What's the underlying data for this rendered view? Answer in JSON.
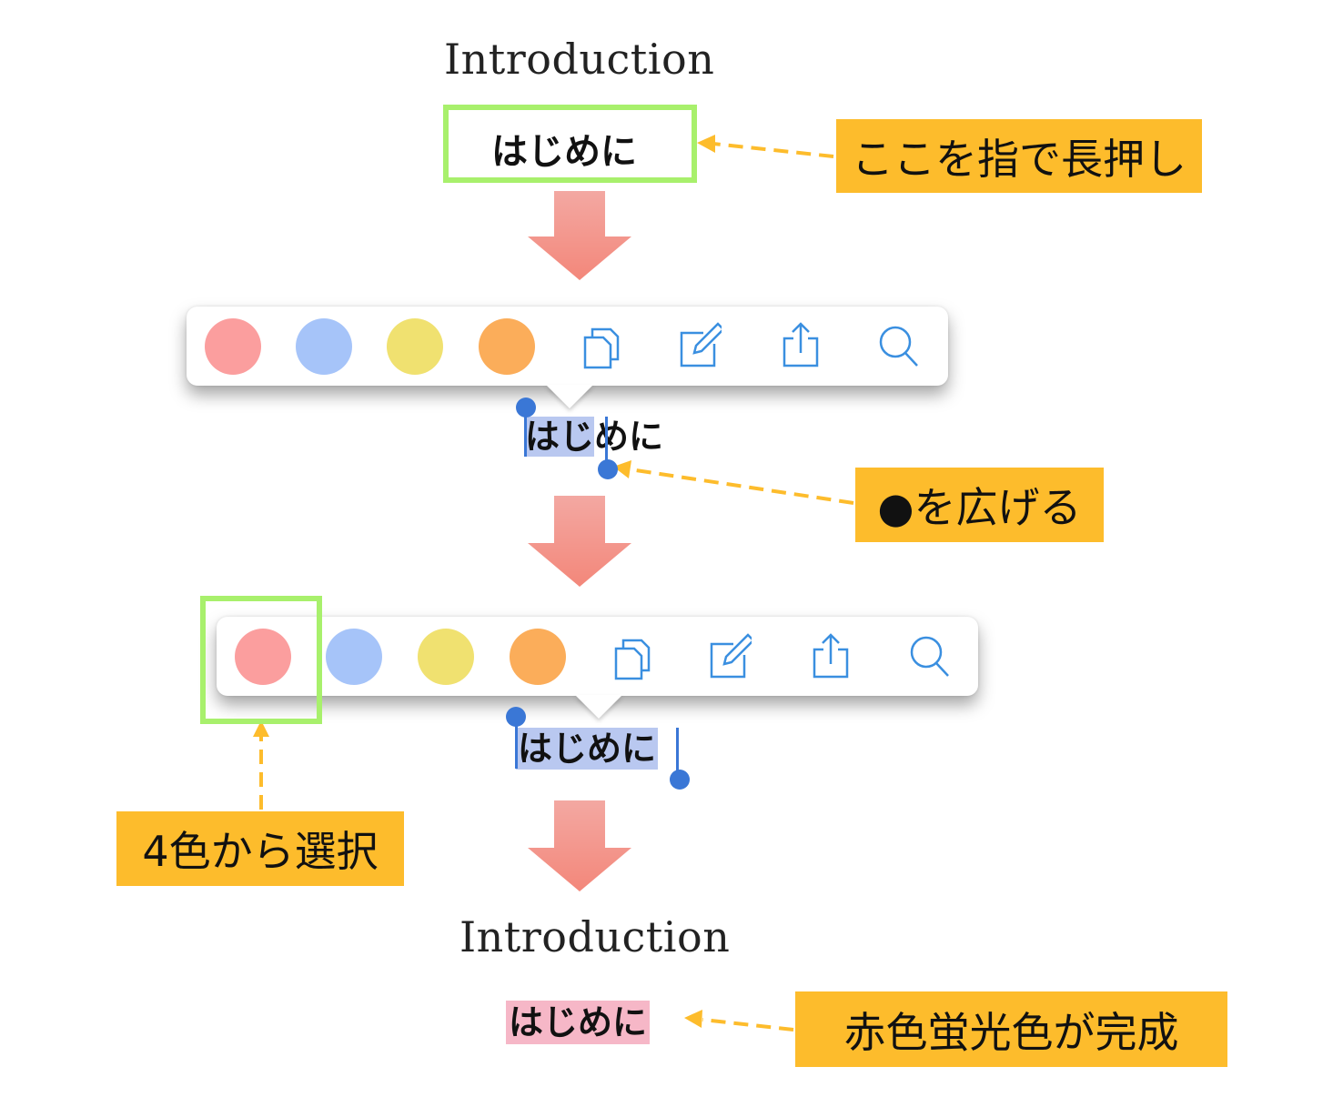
{
  "step1": {
    "heading": "Introduction",
    "label": "はじめに"
  },
  "toolbar": {
    "colors": [
      {
        "name": "red",
        "hex": "#fb9e9e"
      },
      {
        "name": "blue",
        "hex": "#a6c4f9"
      },
      {
        "name": "yellow",
        "hex": "#f0e170"
      },
      {
        "name": "orange",
        "hex": "#fbad5a"
      }
    ],
    "actions": [
      "copy-icon",
      "note-edit-icon",
      "share-icon",
      "search-icon"
    ],
    "icon_color": "#3a8fe0"
  },
  "step2": {
    "selected_part": "はじ",
    "rest_part": "めに"
  },
  "step3": {
    "selected_text": "はじめに"
  },
  "step4": {
    "heading": "Introduction",
    "label": "はじめに"
  },
  "callouts": {
    "long_press": "ここを指で長押し",
    "expand": "●を広げる",
    "choose_color": "4色から選択",
    "done": "赤色蛍光色が完成"
  },
  "colors": {
    "arrow": "#f5978a",
    "callout_bg": "#fdbc2c",
    "green_frame": "#a8f06c",
    "dash": "#fdbc2c",
    "selection": "#b9c8f0",
    "handle": "#3a77d6",
    "pink_highlight": "#f6b7c7"
  }
}
